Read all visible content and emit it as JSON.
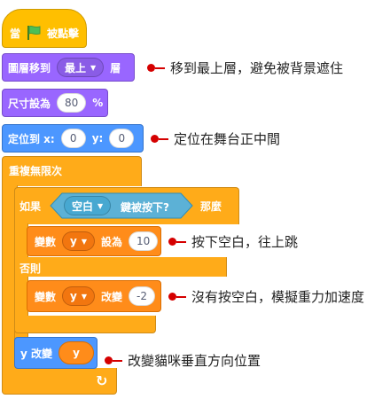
{
  "colors": {
    "events": "#FFBF00",
    "looks": "#9966FF",
    "motion": "#4C97FF",
    "control": "#FFAB19",
    "variables": "#FF8C1A",
    "sensing": "#5CB1D6",
    "callout_marker": "#D50000"
  },
  "hat": {
    "text_before_flag": "當",
    "flag_icon": "green-flag-icon",
    "text_after_flag": "被點擊"
  },
  "layer_block": {
    "label": "圖層移到",
    "dropdown_value": "最上",
    "suffix": "層"
  },
  "size_block": {
    "label": "尺寸設為",
    "value": "80",
    "suffix": "%"
  },
  "goto_block": {
    "label": "定位到 x:",
    "x_value": "0",
    "y_label": "y:",
    "y_value": "0"
  },
  "forever_block": {
    "label": "重複無限次",
    "loop_icon": "loop-arrow-icon"
  },
  "if_block": {
    "if_label": "如果",
    "then_label": "那麼",
    "else_label": "否則"
  },
  "key_sensing": {
    "key_value": "空白",
    "suffix": "鍵被按下?"
  },
  "set_var_block": {
    "label": "變數",
    "var_name": "y",
    "action": "設為",
    "value": "10"
  },
  "change_var_block": {
    "label": "變數",
    "var_name": "y",
    "action": "改變",
    "value": "-2"
  },
  "change_y_block": {
    "label": "y 改變",
    "reporter": "y"
  },
  "callouts": {
    "layer": "移到最上層，避免被背景遮住",
    "goto": "定位在舞台正中間",
    "set_var": "按下空白，往上跳",
    "change_var": "沒有按空白，模擬重力加速度",
    "change_y": "改變貓咪垂直方向位置"
  }
}
